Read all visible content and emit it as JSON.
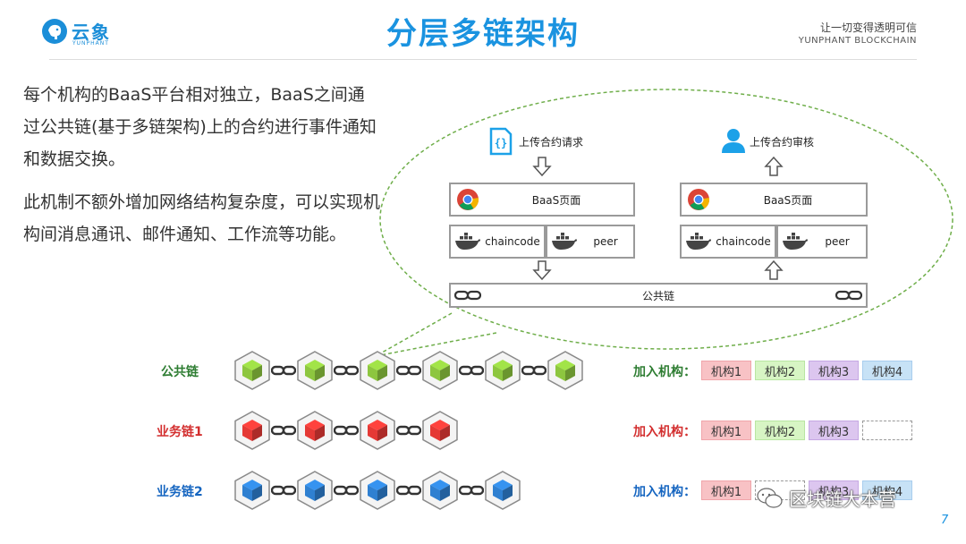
{
  "header": {
    "logo_text": "云象",
    "logo_sub": "YUNPHANT",
    "title": "分层多链架构",
    "slogan": "让一切变得透明可信",
    "slogan_en": "YUNPHANT  BLOCKCHAIN"
  },
  "text": {
    "para1": "每个机构的BaaS平台相对独立，BaaS之间通过公共链(基于多链架构)上的合约进行事件通知和数据交换。",
    "para2": "此机制不额外增加网络结构复杂度，可以实现机构间消息通讯、邮件通知、工作流等功能。"
  },
  "bubble": {
    "left_action": "上传合约请求",
    "right_action": "上传合约审核",
    "baas_label": "BaaS页面",
    "chaincode_label": "chaincode",
    "peer_label": "peer",
    "public_chain_label": "公共链",
    "icon_left": "contract-file-icon",
    "icon_right": "user-icon"
  },
  "chains": [
    {
      "label": "公共链",
      "color": "#8dc63f",
      "label_color": "#2e7d32",
      "blocks": 6
    },
    {
      "label": "业务链1",
      "color": "#e53935",
      "label_color": "#d32f2f",
      "blocks": 4
    },
    {
      "label": "业务链2",
      "color": "#2f80d1",
      "label_color": "#1565c0",
      "blocks": 5
    }
  ],
  "join_label": "加入机构：",
  "orgs": [
    {
      "row": 0,
      "items": [
        "机构1",
        "机构2",
        "机构3",
        "机构4"
      ]
    },
    {
      "row": 1,
      "items": [
        "机构1",
        "机构2",
        "机构3",
        ""
      ]
    },
    {
      "row": 2,
      "items": [
        "机构1",
        "",
        "机构3",
        "机构4"
      ]
    }
  ],
  "watermark": "区块链大本营",
  "page_number": "7"
}
